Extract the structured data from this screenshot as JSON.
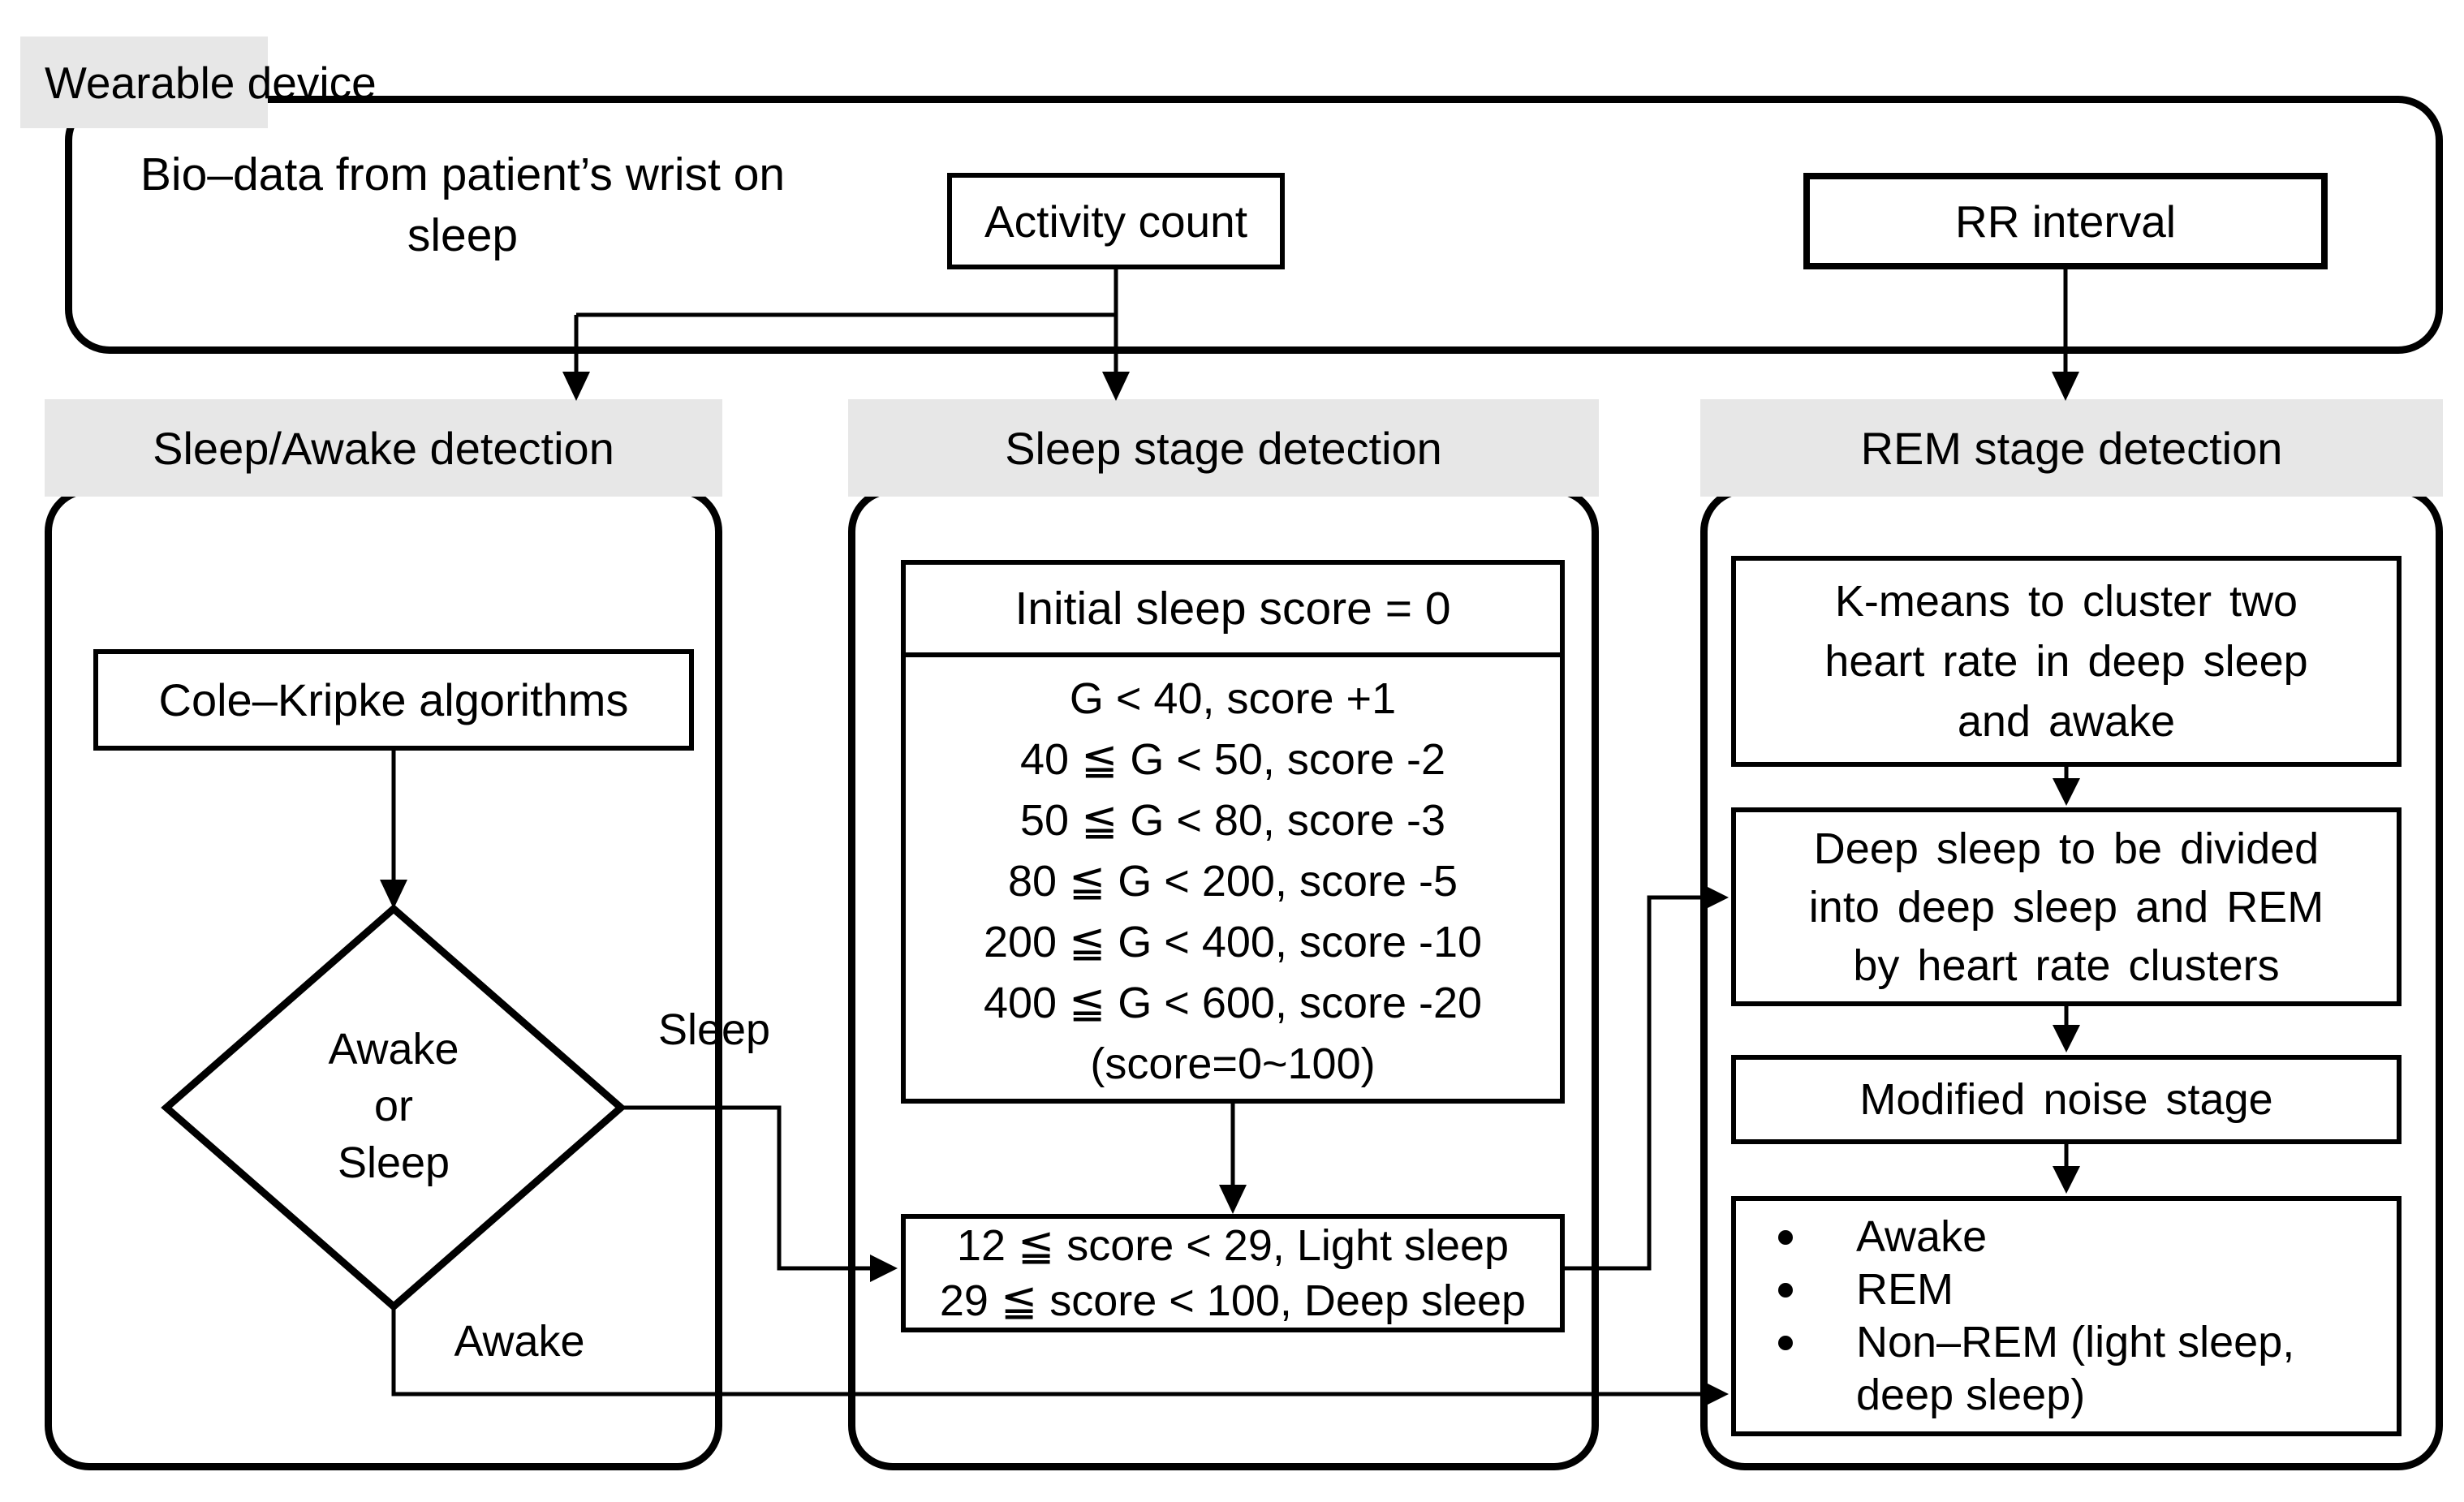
{
  "figure": {
    "device": {
      "label": "Wearable device",
      "bio_line1": "Bio–data from patient’s wrist",
      "bio_line2": "on sleep",
      "activity_count": "Activity count",
      "rr_interval": "RR interval"
    },
    "sleep_awake": {
      "header": "Sleep/Awake detection",
      "algorithm": "Cole–Kripke algorithms",
      "decision_line1": "Awake",
      "decision_line2": "or",
      "decision_line3": "Sleep",
      "branch_sleep": "Sleep",
      "branch_awake": "Awake"
    },
    "sleep_stage": {
      "header": "Sleep stage detection",
      "score_title": "Initial sleep score = 0",
      "rules": [
        "G < 40, score +1",
        "40 ≦ G < 50, score -2",
        "50 ≦ G < 80, score -3",
        "80 ≦ G < 200, score -5",
        "200 ≦ G < 400, score -10",
        "400 ≦ G < 600, score -20",
        "(score=0~100)"
      ],
      "classify_line1": "12 ≦ score < 29, Light sleep",
      "classify_line2": "29 ≦ score < 100, Deep sleep"
    },
    "rem_stage": {
      "header": "REM stage detection",
      "kmeans_line1": "K-means to cluster two",
      "kmeans_line2": "heart rate in deep sleep",
      "kmeans_line3": "and awake",
      "divide_line1": "Deep sleep to be divided",
      "divide_line2": "into deep sleep and REM",
      "divide_line3": "by heart rate clusters",
      "noise": "Modified noise stage",
      "out_bullet1": "Awake",
      "out_bullet2": "REM",
      "out_bullet3": "Non–REM (light sleep,",
      "out_bullet3_cont": "deep sleep)"
    },
    "colors": {
      "header_bg": "#e7e7e7",
      "stroke": "#000000",
      "box_bg": "#ffffff"
    }
  }
}
